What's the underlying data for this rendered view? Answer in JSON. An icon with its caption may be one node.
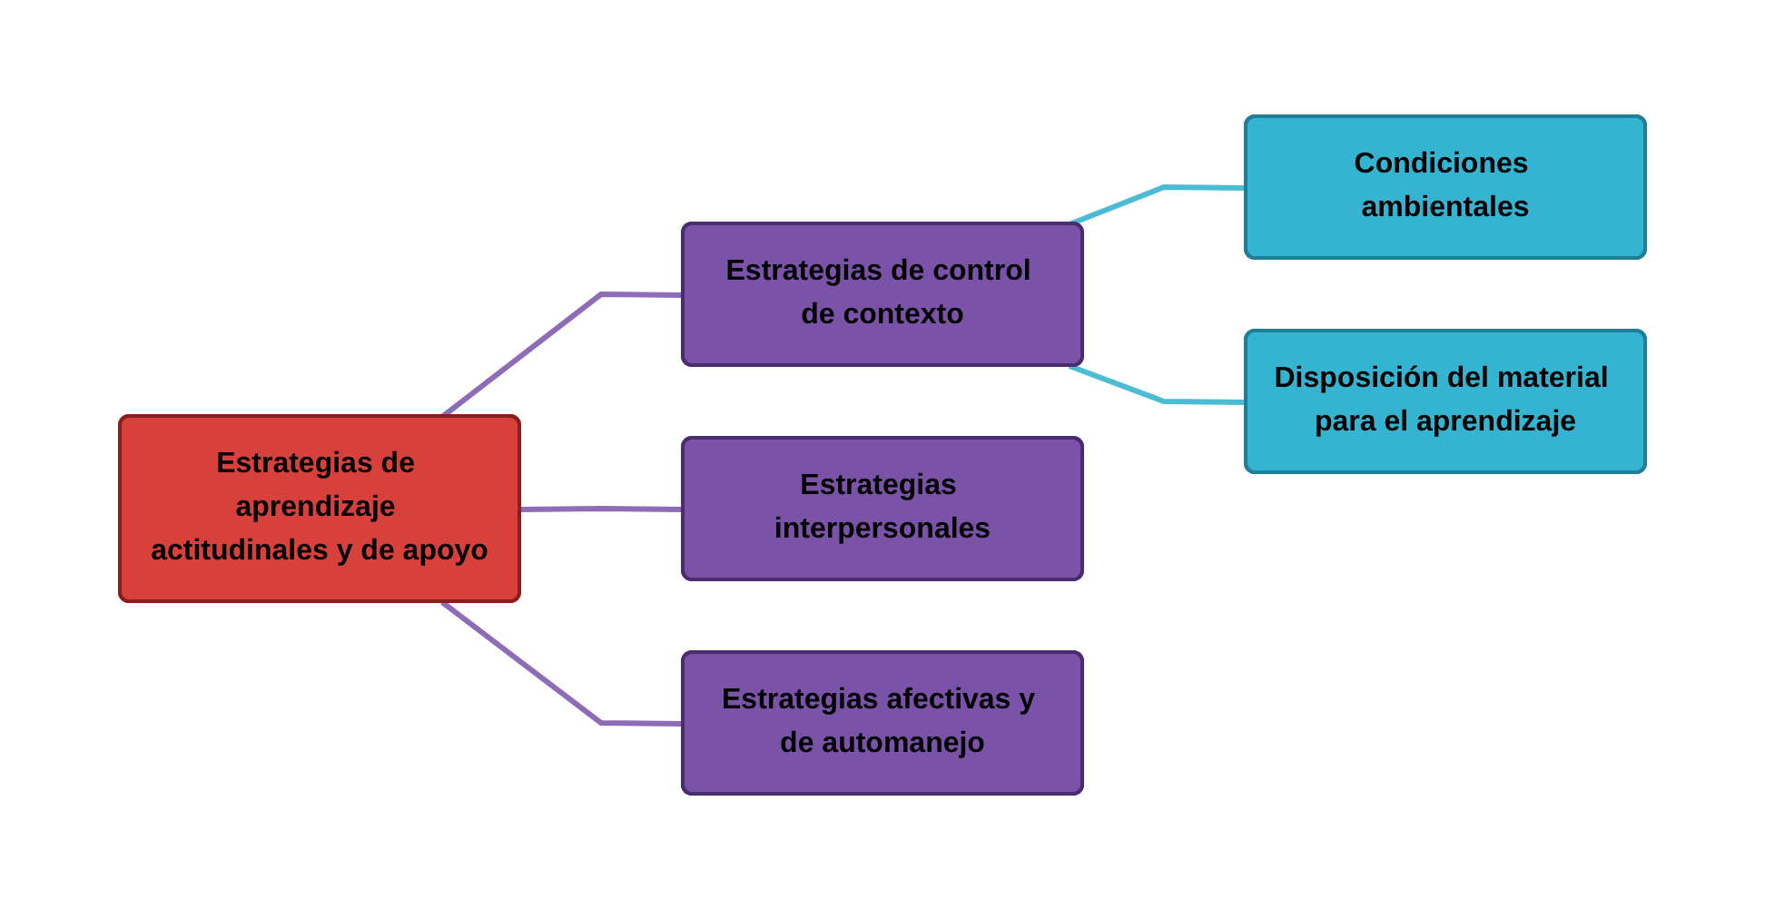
{
  "diagram": {
    "nodes": [
      {
        "text": [
          "Estrategias de aprendizaje actitudinales y de apoyo"
        ]
      },
      {
        "text": [
          "Estrategias de control de contexto"
        ]
      },
      {
        "text": [
          "Estrategias interpersonales"
        ]
      },
      {
        "text": [
          "Estrategias afectivas y de automanejo"
        ]
      },
      {
        "text": [
          "Condiciones ambientales"
        ]
      },
      {
        "text": [
          "Disposición del material para el aprendizaje"
        ]
      }
    ],
    "edges": [
      {
        "from": 0,
        "to": 1,
        "arrow": "none"
      },
      {
        "from": 0,
        "to": 2,
        "arrow": "none"
      },
      {
        "from": 0,
        "to": 3,
        "arrow": "none"
      },
      {
        "from": 1,
        "to": 4,
        "arrow": "none",
        "color": "#4bbcd4"
      },
      {
        "from": 1,
        "to": 5,
        "arrow": "none",
        "color": "#4bbcd4"
      }
    ]
  }
}
